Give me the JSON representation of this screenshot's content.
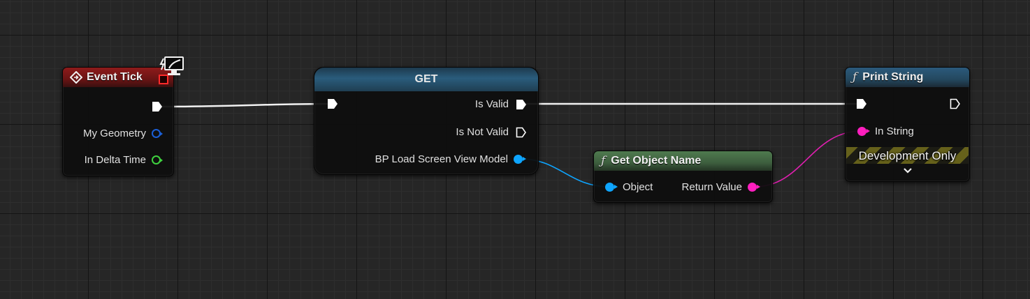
{
  "nodes": {
    "event_tick": {
      "title": "Event Tick",
      "pins": {
        "my_geometry": "My Geometry",
        "in_delta_time": "In Delta Time"
      }
    },
    "get": {
      "title": "GET",
      "pins": {
        "is_valid": "Is Valid",
        "is_not_valid": "Is Not Valid",
        "view_model": "BP Load Screen View Model"
      }
    },
    "get_object_name": {
      "title": "Get Object Name",
      "pins": {
        "object": "Object",
        "return_value": "Return Value"
      }
    },
    "print_string": {
      "title": "Print String",
      "pins": {
        "in_string": "In String"
      },
      "development_only": "Development Only"
    }
  },
  "icons": {
    "event": "diamond-event-icon",
    "function": "function-icon",
    "network": "client-network-icon",
    "expand": "chevron-down-icon"
  },
  "colors": {
    "exec": "#ffffff",
    "object_pin": "#0ea5ff",
    "string_pin": "#ff1fbf",
    "geometry_pin": "#1b5fd6",
    "float_pin": "#3fd23f",
    "event_header": "#8e1b1b",
    "func_header_blue": "#2b5a7c",
    "func_header_green": "#4f7a4f"
  }
}
